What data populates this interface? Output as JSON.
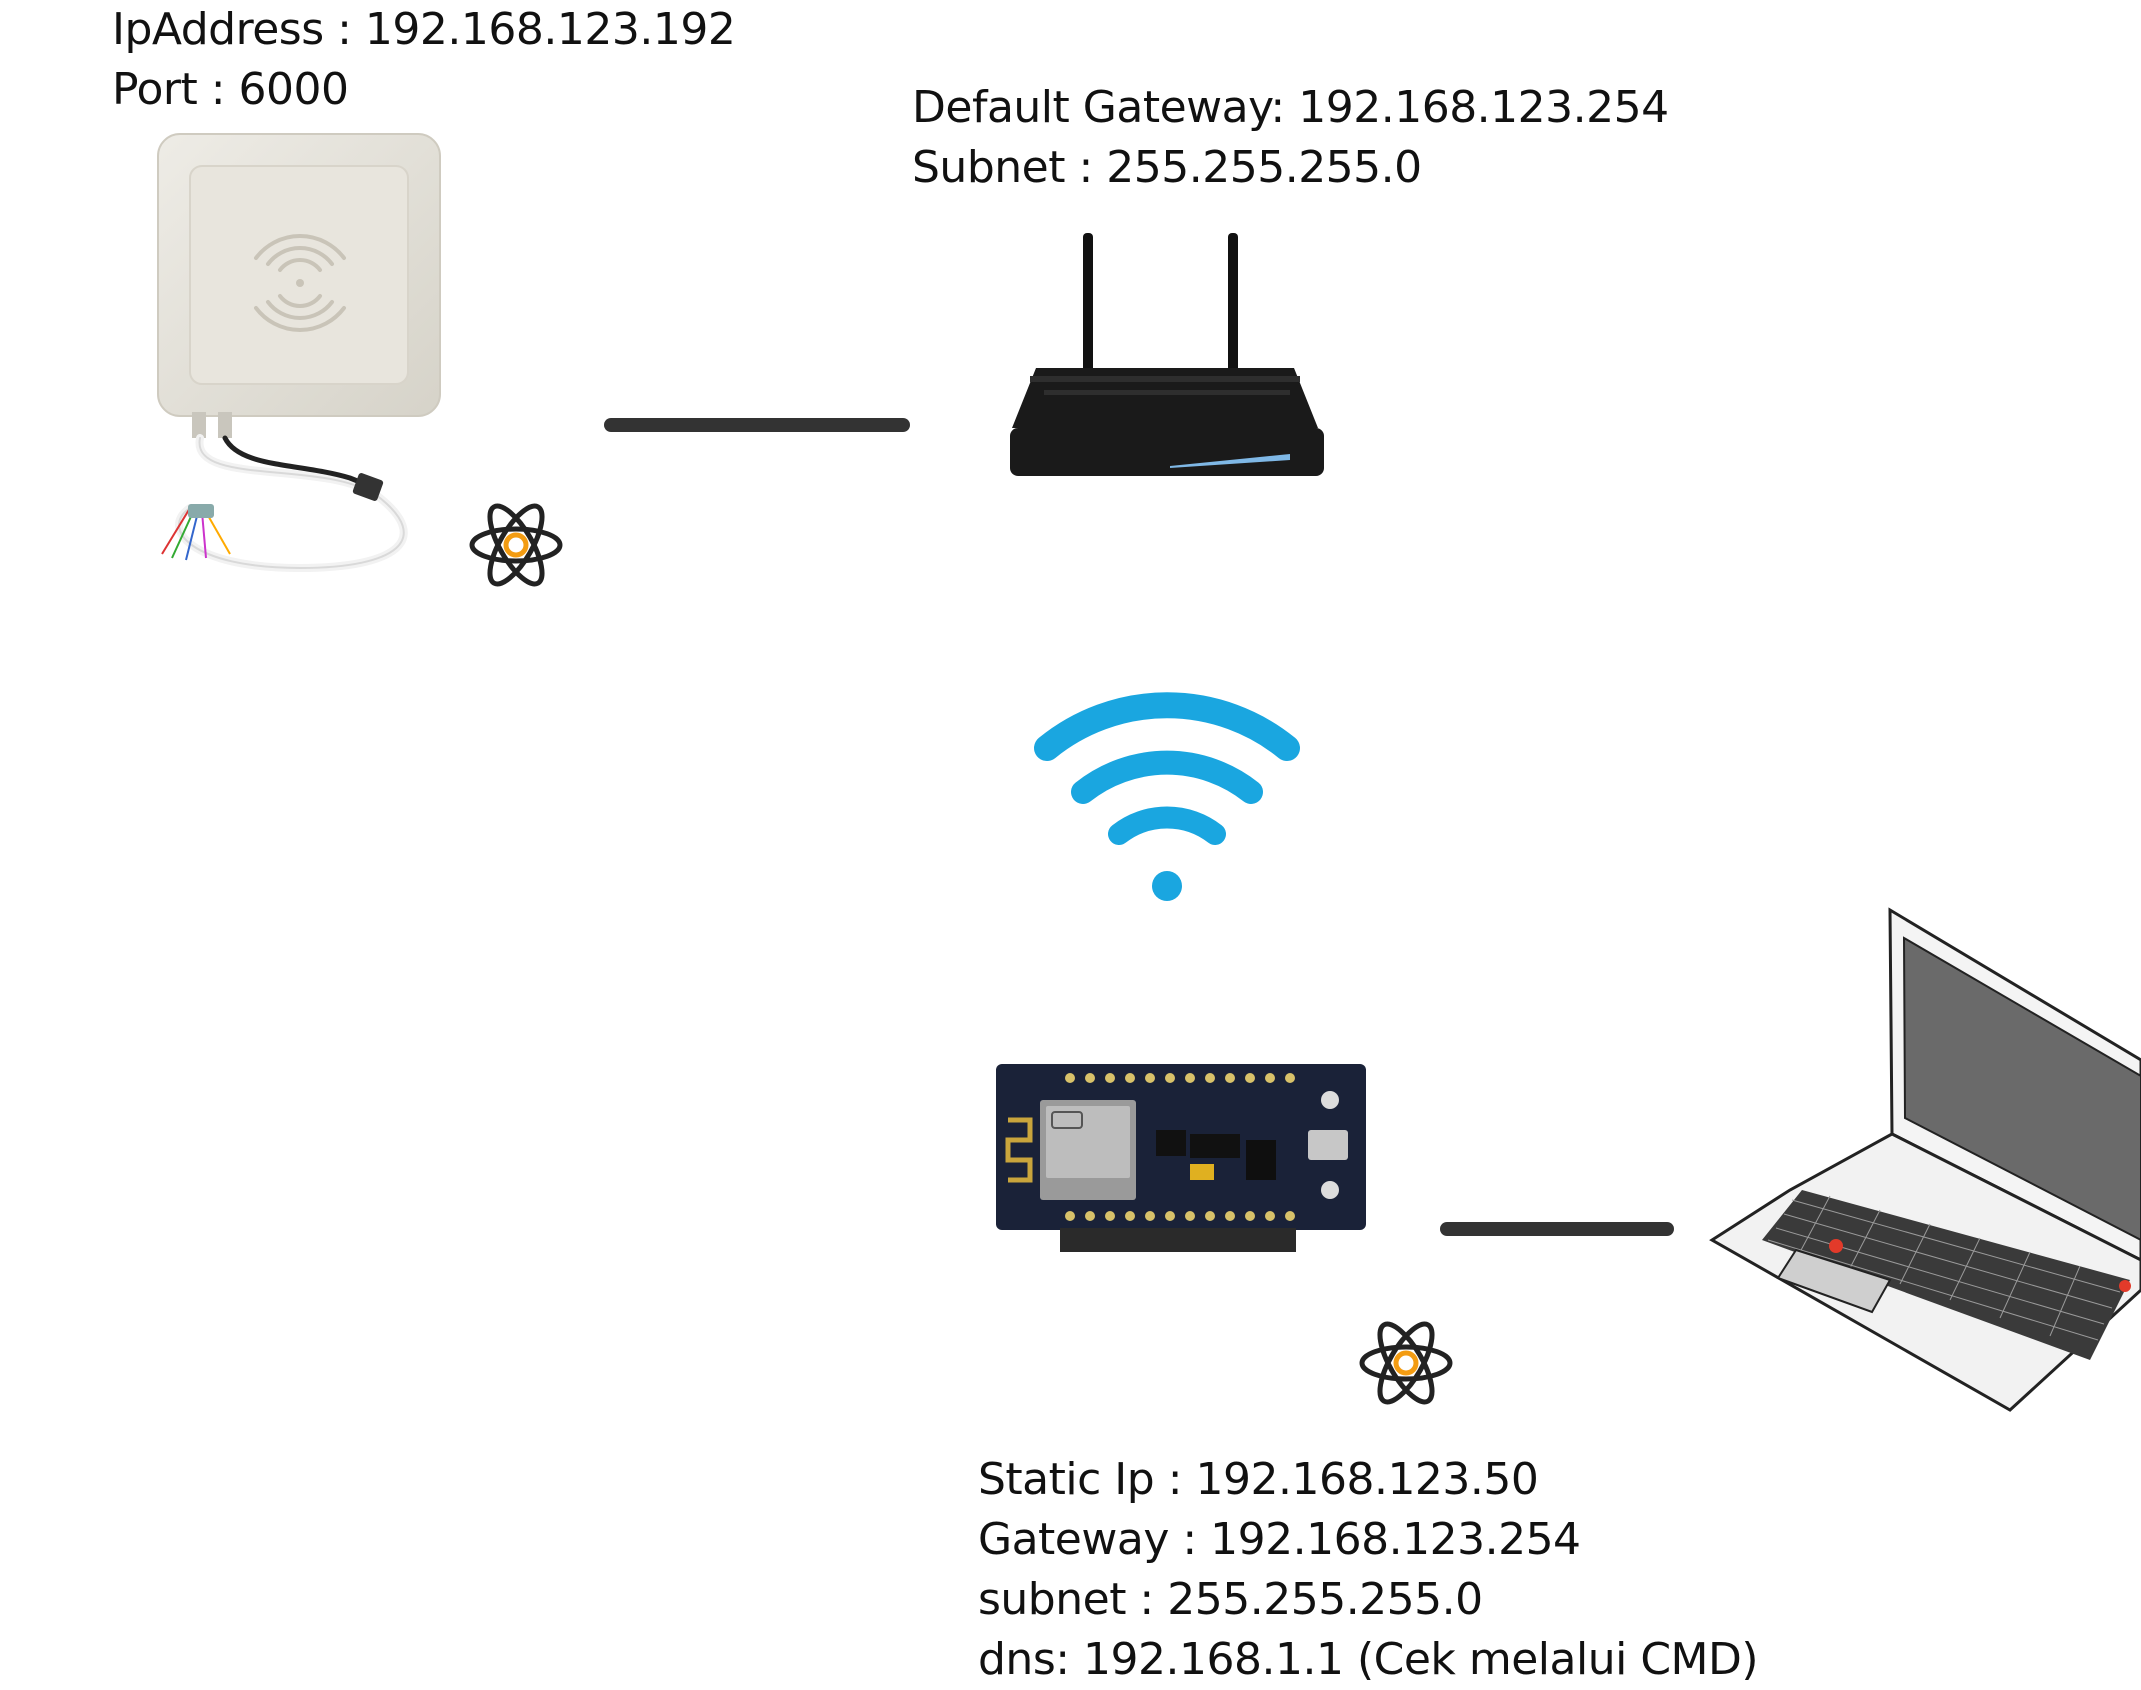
{
  "rfid_reader": {
    "ip_address": "IpAddress : 192.168.123.192",
    "port": "Port : 6000",
    "icon": "rfid-reader-icon"
  },
  "router": {
    "default_gateway": "Default Gateway: 192.168.123.254",
    "subnet": "Subnet : 255.255.255.0",
    "icon": "router-icon"
  },
  "wireless": {
    "icon": "wifi-icon",
    "color": "#1aa6e0"
  },
  "esp_board": {
    "static_ip": "Static Ip : 192.168.123.50",
    "gateway": "Gateway : 192.168.123.254",
    "subnet": "subnet : 255.255.255.0",
    "dns": "dns: 192.168.1.1 (Cek melalui CMD)",
    "icon": "nodemcu-board-icon"
  },
  "laptop": {
    "icon": "laptop-icon"
  },
  "logo": {
    "icon": "atom-logo-icon",
    "accent": "#f39c12"
  }
}
